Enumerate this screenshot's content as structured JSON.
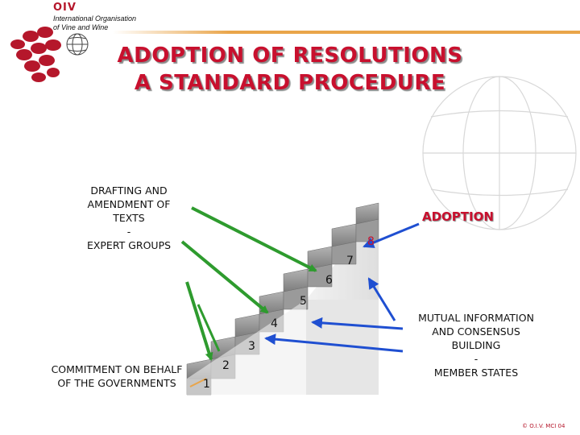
{
  "header": {
    "brand": "OIV",
    "org_line1": "International Organisation",
    "org_line2": "of  Vine  and  Wine"
  },
  "title": {
    "line1": "ADOPTION OF RESOLUTIONS",
    "line2": "A STANDARD PROCEDURE"
  },
  "labels": {
    "drafting_lines": [
      "DRAFTING AND",
      "AMENDMENT OF",
      "TEXTS",
      "-",
      "EXPERT GROUPS"
    ],
    "commitment_lines": [
      "COMMITMENT ON BEHALF",
      "OF THE GOVERNMENTS"
    ],
    "mutual_lines": [
      "MUTUAL INFORMATION",
      "AND CONSENSUS",
      "BUILDING",
      "-",
      "MEMBER STATES"
    ],
    "adoption": "ADOPTION"
  },
  "steps": [
    "1",
    "2",
    "3",
    "4",
    "5",
    "6",
    "7",
    "8"
  ],
  "footer": {
    "copyright": "© O.I.V. MCI 04"
  },
  "colors": {
    "title": "#c8102e",
    "accent_bar": "#e9a54a",
    "logo_red": "#b5172b",
    "arrow_green": "#2e9b2e",
    "arrow_blue": "#1f4fd1",
    "stair_gray": "#9a9a9a"
  }
}
